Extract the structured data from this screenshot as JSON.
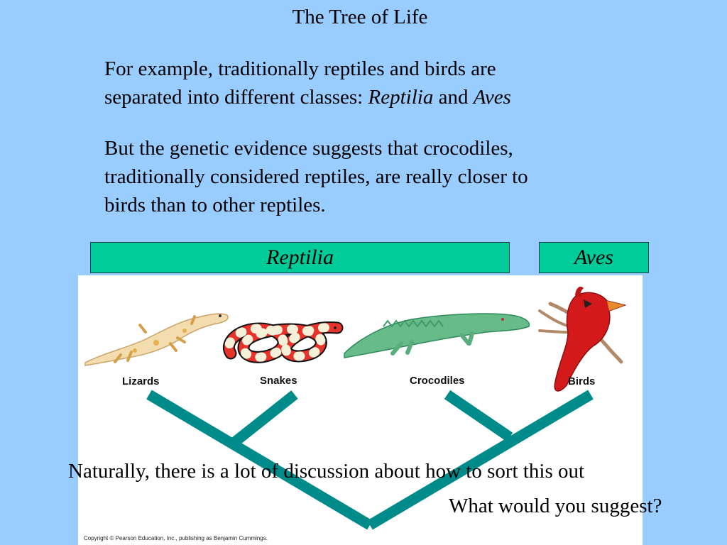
{
  "slide": {
    "title": "The Tree of Life",
    "para1": {
      "line1": "For example, traditionally reptiles and birds are",
      "line2_prefix": "separated into different classes: ",
      "reptilia": "Reptilia",
      "and": " and ",
      "aves": "Aves"
    },
    "para2": {
      "line1": "But the genetic evidence suggests that crocodiles,",
      "line2": "traditionally considered reptiles, are really closer to",
      "line3": "birds than to other reptiles."
    },
    "categories": {
      "reptilia": "Reptilia",
      "aves": "Aves"
    },
    "figure": {
      "labels": {
        "lizards": "Lizards",
        "snakes": "Snakes",
        "crocodiles": "Crocodiles",
        "birds": "Birds"
      },
      "copyright": "Copyright © Pearson Education, Inc., publishing as Benjamin Cummings.",
      "branch_color": "#008b8b"
    },
    "discussion": "Naturally, there is a lot of discussion about how to sort this out",
    "question": "What would you suggest?"
  }
}
